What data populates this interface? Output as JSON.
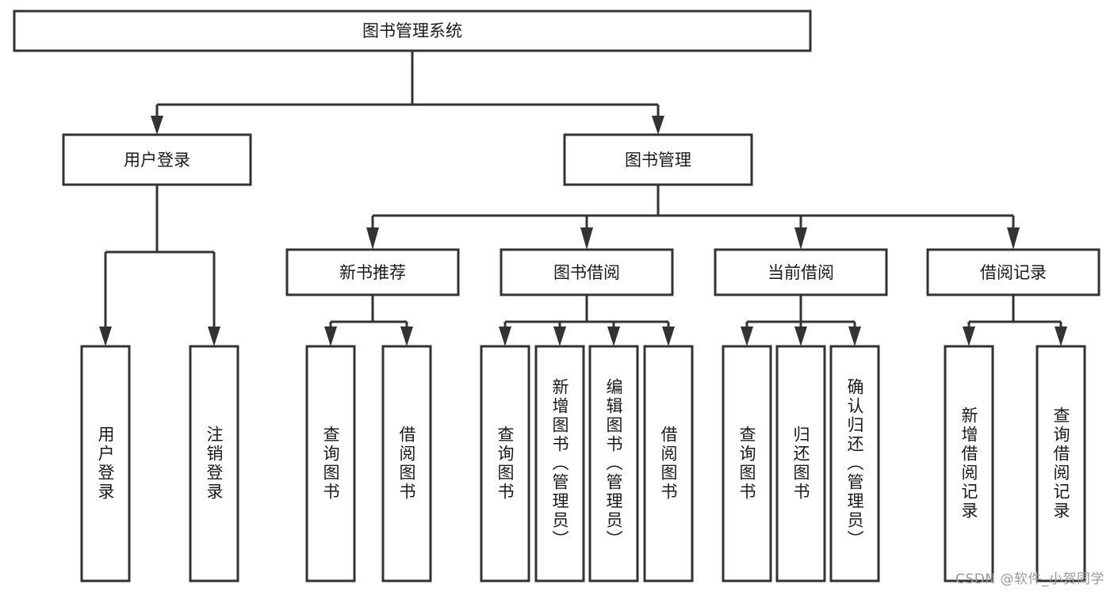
{
  "diagram": {
    "type": "tree-hierarchy",
    "title": "图书管理系统",
    "orientation": "top-down",
    "watermark": "CSDN @软件_小贺同学",
    "colors": {
      "stroke": "#333333",
      "fill": "#ffffff",
      "text": "#1a1a1a",
      "watermark": "#9a9a9a"
    },
    "root": {
      "label": "图书管理系统"
    },
    "level2": [
      {
        "label": "用户登录"
      },
      {
        "label": "图书管理"
      }
    ],
    "level3": [
      {
        "label": "新书推荐"
      },
      {
        "label": "图书借阅"
      },
      {
        "label": "当前借阅"
      },
      {
        "label": "借阅记录"
      }
    ],
    "leaves": {
      "user_login": [
        {
          "label": "用户登录"
        },
        {
          "label": "注销登录"
        }
      ],
      "new_book_recommend": [
        {
          "label": "查询图书"
        },
        {
          "label": "借阅图书"
        }
      ],
      "book_borrow": [
        {
          "label": "查询图书"
        },
        {
          "label": "新增图书（管理员）"
        },
        {
          "label": "编辑图书（管理员）"
        },
        {
          "label": "借阅图书"
        }
      ],
      "current_borrow": [
        {
          "label": "查询图书"
        },
        {
          "label": "归还图书"
        },
        {
          "label": "确认归还（管理员）"
        }
      ],
      "borrow_record": [
        {
          "label": "新增借阅记录"
        },
        {
          "label": "查询借阅记录"
        }
      ]
    }
  }
}
